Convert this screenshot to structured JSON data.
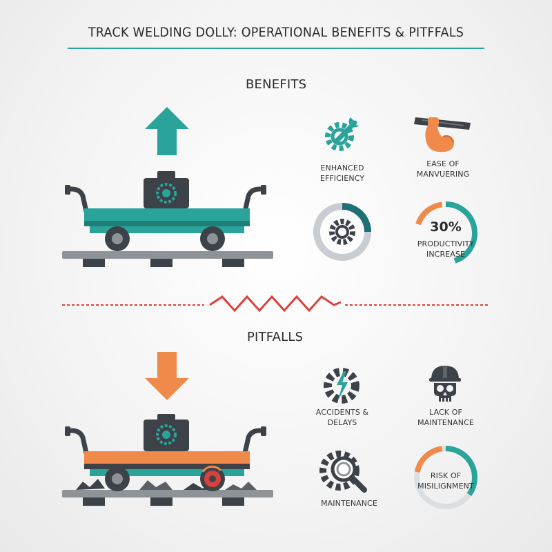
{
  "title": "TRACK WELDING DOLLY: OPERATIONAL BENEFITS & PITFFALS",
  "benefits": {
    "heading": "BENEFITS",
    "items": [
      {
        "label": "ENHANCED EFFICIENCY",
        "icon": "wrench-gear-icon"
      },
      {
        "label": "EASE OF MANVUERING",
        "icon": "strong-arm-icon"
      },
      {
        "label": "",
        "icon": "gear-ring-icon",
        "ring_fraction": 0.25
      },
      {
        "value": "30%",
        "label": "PRODUCTIVITY INCREASE",
        "icon": "progress-ring-icon",
        "ring_fraction": 0.45
      }
    ]
  },
  "pitfalls": {
    "heading": "PITFALLS",
    "items": [
      {
        "label": "ACCIDENTS & DELAYS",
        "icon": "broken-gear-icon"
      },
      {
        "label": "LACK OF MAINTENANCE",
        "icon": "skull-hardhat-icon"
      },
      {
        "label": "MAINTENANCE",
        "icon": "gear-magnifier-icon"
      },
      {
        "label": "RISK OF MISILIGNMENT",
        "icon": "warning-ring-icon",
        "ring_fraction": 0.35
      }
    ]
  },
  "colors": {
    "teal": "#2aa39a",
    "orange": "#f08a4b",
    "dark": "#3d4248",
    "red": "#d9413a"
  }
}
